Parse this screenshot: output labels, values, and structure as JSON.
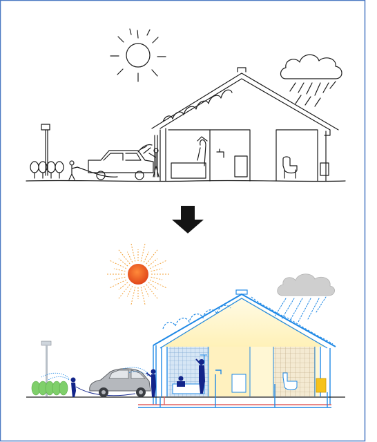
{
  "figure": {
    "panels": [
      {
        "id": "before",
        "style": "sketch"
      },
      {
        "id": "after",
        "style": "color"
      }
    ],
    "transition_icon": "down-arrow-icon",
    "colors": {
      "frame_border": "#4a78c2",
      "sketch_ink": "#1a1a1a",
      "water_blue": "#1e88e5",
      "figure_navy": "#12248a",
      "sun_core": "#f05a1a",
      "sun_ray": "#f3a23a",
      "interior_glow": "#fff6c9",
      "tile_blue": "#b9d3ea",
      "tile_beige": "#efe2c4",
      "tree_green": "#7fcf6a",
      "pipe_red": "#e06060",
      "pipe_yellow": "#f6c21a",
      "cloud_gray": "#c9c9c9"
    }
  }
}
